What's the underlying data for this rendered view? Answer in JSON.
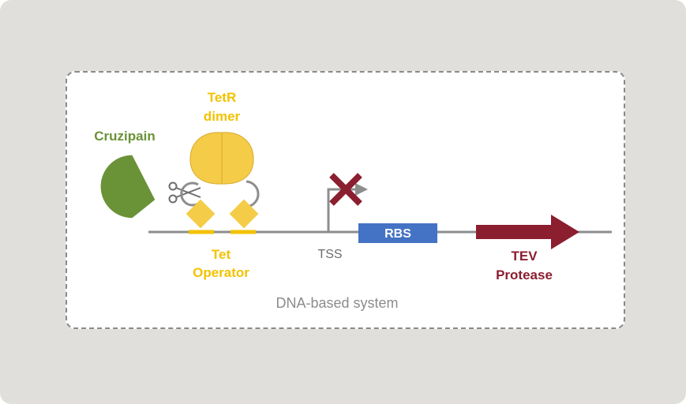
{
  "labels": {
    "cruzipain": "Cruzipain",
    "tetr_line1": "TetR",
    "tetr_line2": "dimer",
    "tet_op_line1": "Tet",
    "tet_op_line2": "Operator",
    "tss": "TSS",
    "rbs": "RBS",
    "tev_line1": "TEV",
    "tev_line2": "Protease",
    "system": "DNA-based system"
  },
  "colors": {
    "background": "#e0dfdb",
    "panel_border": "#8a8a8a",
    "cruzipain": "#6a9237",
    "tetr": "#f4cc47",
    "operator": "#f2c200",
    "dna": "#8d8d8d",
    "rbs": "#4472c4",
    "tev": "#8b1e2f",
    "block_x": "#8b1e2f",
    "system_text": "#8c8c8c"
  },
  "icons": {
    "protease": "pacman-icon",
    "cut": "scissors-icon",
    "blocked": "x-mark-icon",
    "promoter": "bent-arrow-icon"
  }
}
